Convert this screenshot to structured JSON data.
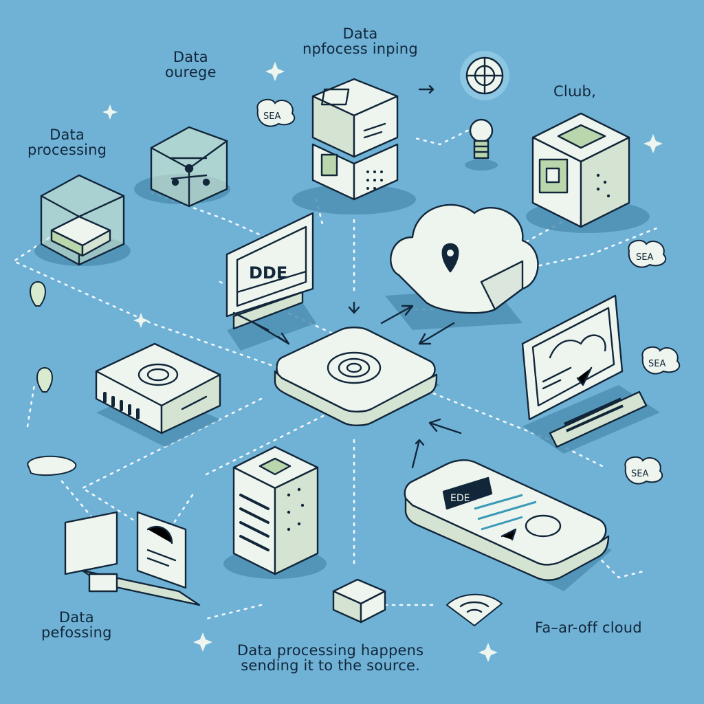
{
  "colors": {
    "background": "#6fb2d6",
    "ink": "#12263a",
    "device_face": "#eef5ee",
    "device_accent": "#b9d6ad",
    "shadow": "#4f8fb3",
    "screen_green": "#d9ebcf"
  },
  "labels": {
    "data_ourege": [
      "Data",
      "ourege"
    ],
    "data_npfocess": [
      "Data",
      "npfocess inping"
    ],
    "data_processing": [
      "Data",
      "processing"
    ],
    "cloud": "Clɯb,",
    "data_pefossing": [
      "Data",
      "pefossing"
    ],
    "far_off_cloud": "Fa–ar-off cloud",
    "caption": [
      "Data processing happens",
      "sending it to the  source."
    ]
  },
  "device_texts": {
    "monitor_left": "DDE",
    "phone": "EDE",
    "sea_bubble_top_left": "SEA",
    "sea_bubble_right": "SEA",
    "sea_bubble_mid_right": "SEA",
    "sea_bubble_low_right": "SEA"
  },
  "icons": [
    "globe-cube-icon",
    "server-stack-icon",
    "lightbulb-icon",
    "target-icon",
    "cloud-icon",
    "map-pin-icon",
    "monitor-icon",
    "desktop-computer-icon",
    "router-hub-icon",
    "edge-box-icon",
    "server-tower-icon",
    "laptop-icon",
    "smartphone-icon",
    "wifi-icon",
    "sparkle-icon",
    "speech-bubble-icon"
  ]
}
